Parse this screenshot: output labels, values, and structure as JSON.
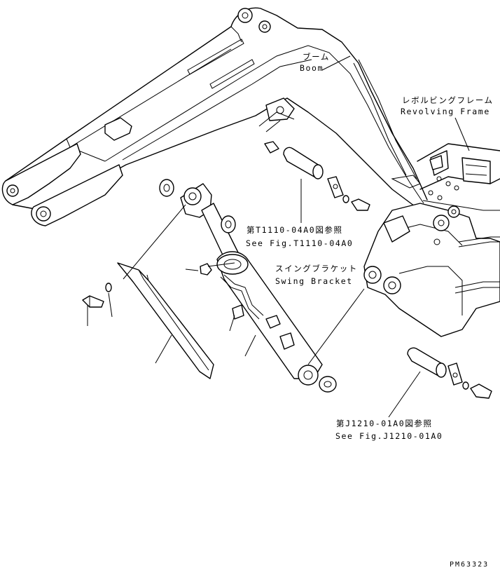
{
  "callouts": {
    "boom": {
      "jp": "ブーム",
      "en": "Boom"
    },
    "revolving_frame": {
      "jp": "レボルビングフレーム",
      "en": "Revolving Frame"
    },
    "swing_bracket": {
      "jp": "スイングブラケット",
      "en": "Swing Bracket"
    },
    "ref_t1110": {
      "jp": "第T1110-04A0図参照",
      "en": "See Fig.T1110-04A0"
    },
    "ref_j1210": {
      "jp": "第J1210-01A0図参照",
      "en": "See Fig.J1210-01A0"
    }
  },
  "drawing_code": "PM63323"
}
